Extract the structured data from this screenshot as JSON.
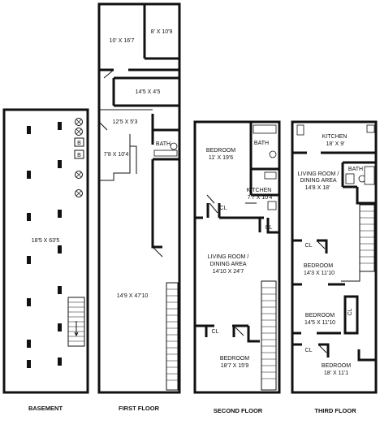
{
  "floors": {
    "basement": {
      "caption": "BASEMENT",
      "room": "18'5 X 63'5",
      "boiler_a": "B",
      "boiler_b": "B"
    },
    "first": {
      "caption": "FIRST FLOOR",
      "rooms": {
        "r1": "10' X 16'7",
        "r2": "8' X 10'9",
        "r3": "14'5 X 4'5",
        "r4": "12'5 X 5'3",
        "r5": "7'8 X 10'4",
        "bath": "BATH",
        "main": "14'9 X 47'10"
      }
    },
    "second": {
      "caption": "SECOND FLOOR",
      "rooms": {
        "bedroom1_name": "BEDROOM",
        "bedroom1_size": "11' X 19'6",
        "bath": "BATH",
        "kitchen_name": "KITCHEN",
        "kitchen_size": "7'7 X 10'4",
        "cl1": "CL",
        "cl2": "CL",
        "living_name": "LIVING ROOM /",
        "living_name2": "DINING AREA",
        "living_size": "14'10 X 24'7",
        "cl3": "CL",
        "bedroom2_name": "BEDROOM",
        "bedroom2_size": "18'7 X 15'9"
      }
    },
    "third": {
      "caption": "THIRD FLOOR",
      "rooms": {
        "kitchen_name": "KITCHEN",
        "kitchen_size": "18' X 9'",
        "living_name": "LIVING ROOM /",
        "living_name2": "DINING AREA",
        "living_size": "14'8 X 18'",
        "bath": "BATH",
        "cl1": "CL",
        "bedroom1_name": "BEDROOM",
        "bedroom1_size": "14'3 X 11'10",
        "cl2": "CL",
        "bedroom2_name": "BEDROOM",
        "bedroom2_size": "14'5 X 11'10",
        "cl3": "CL",
        "bedroom3_name": "BEDROOM",
        "bedroom3_size": "18' X 11'1"
      }
    }
  }
}
